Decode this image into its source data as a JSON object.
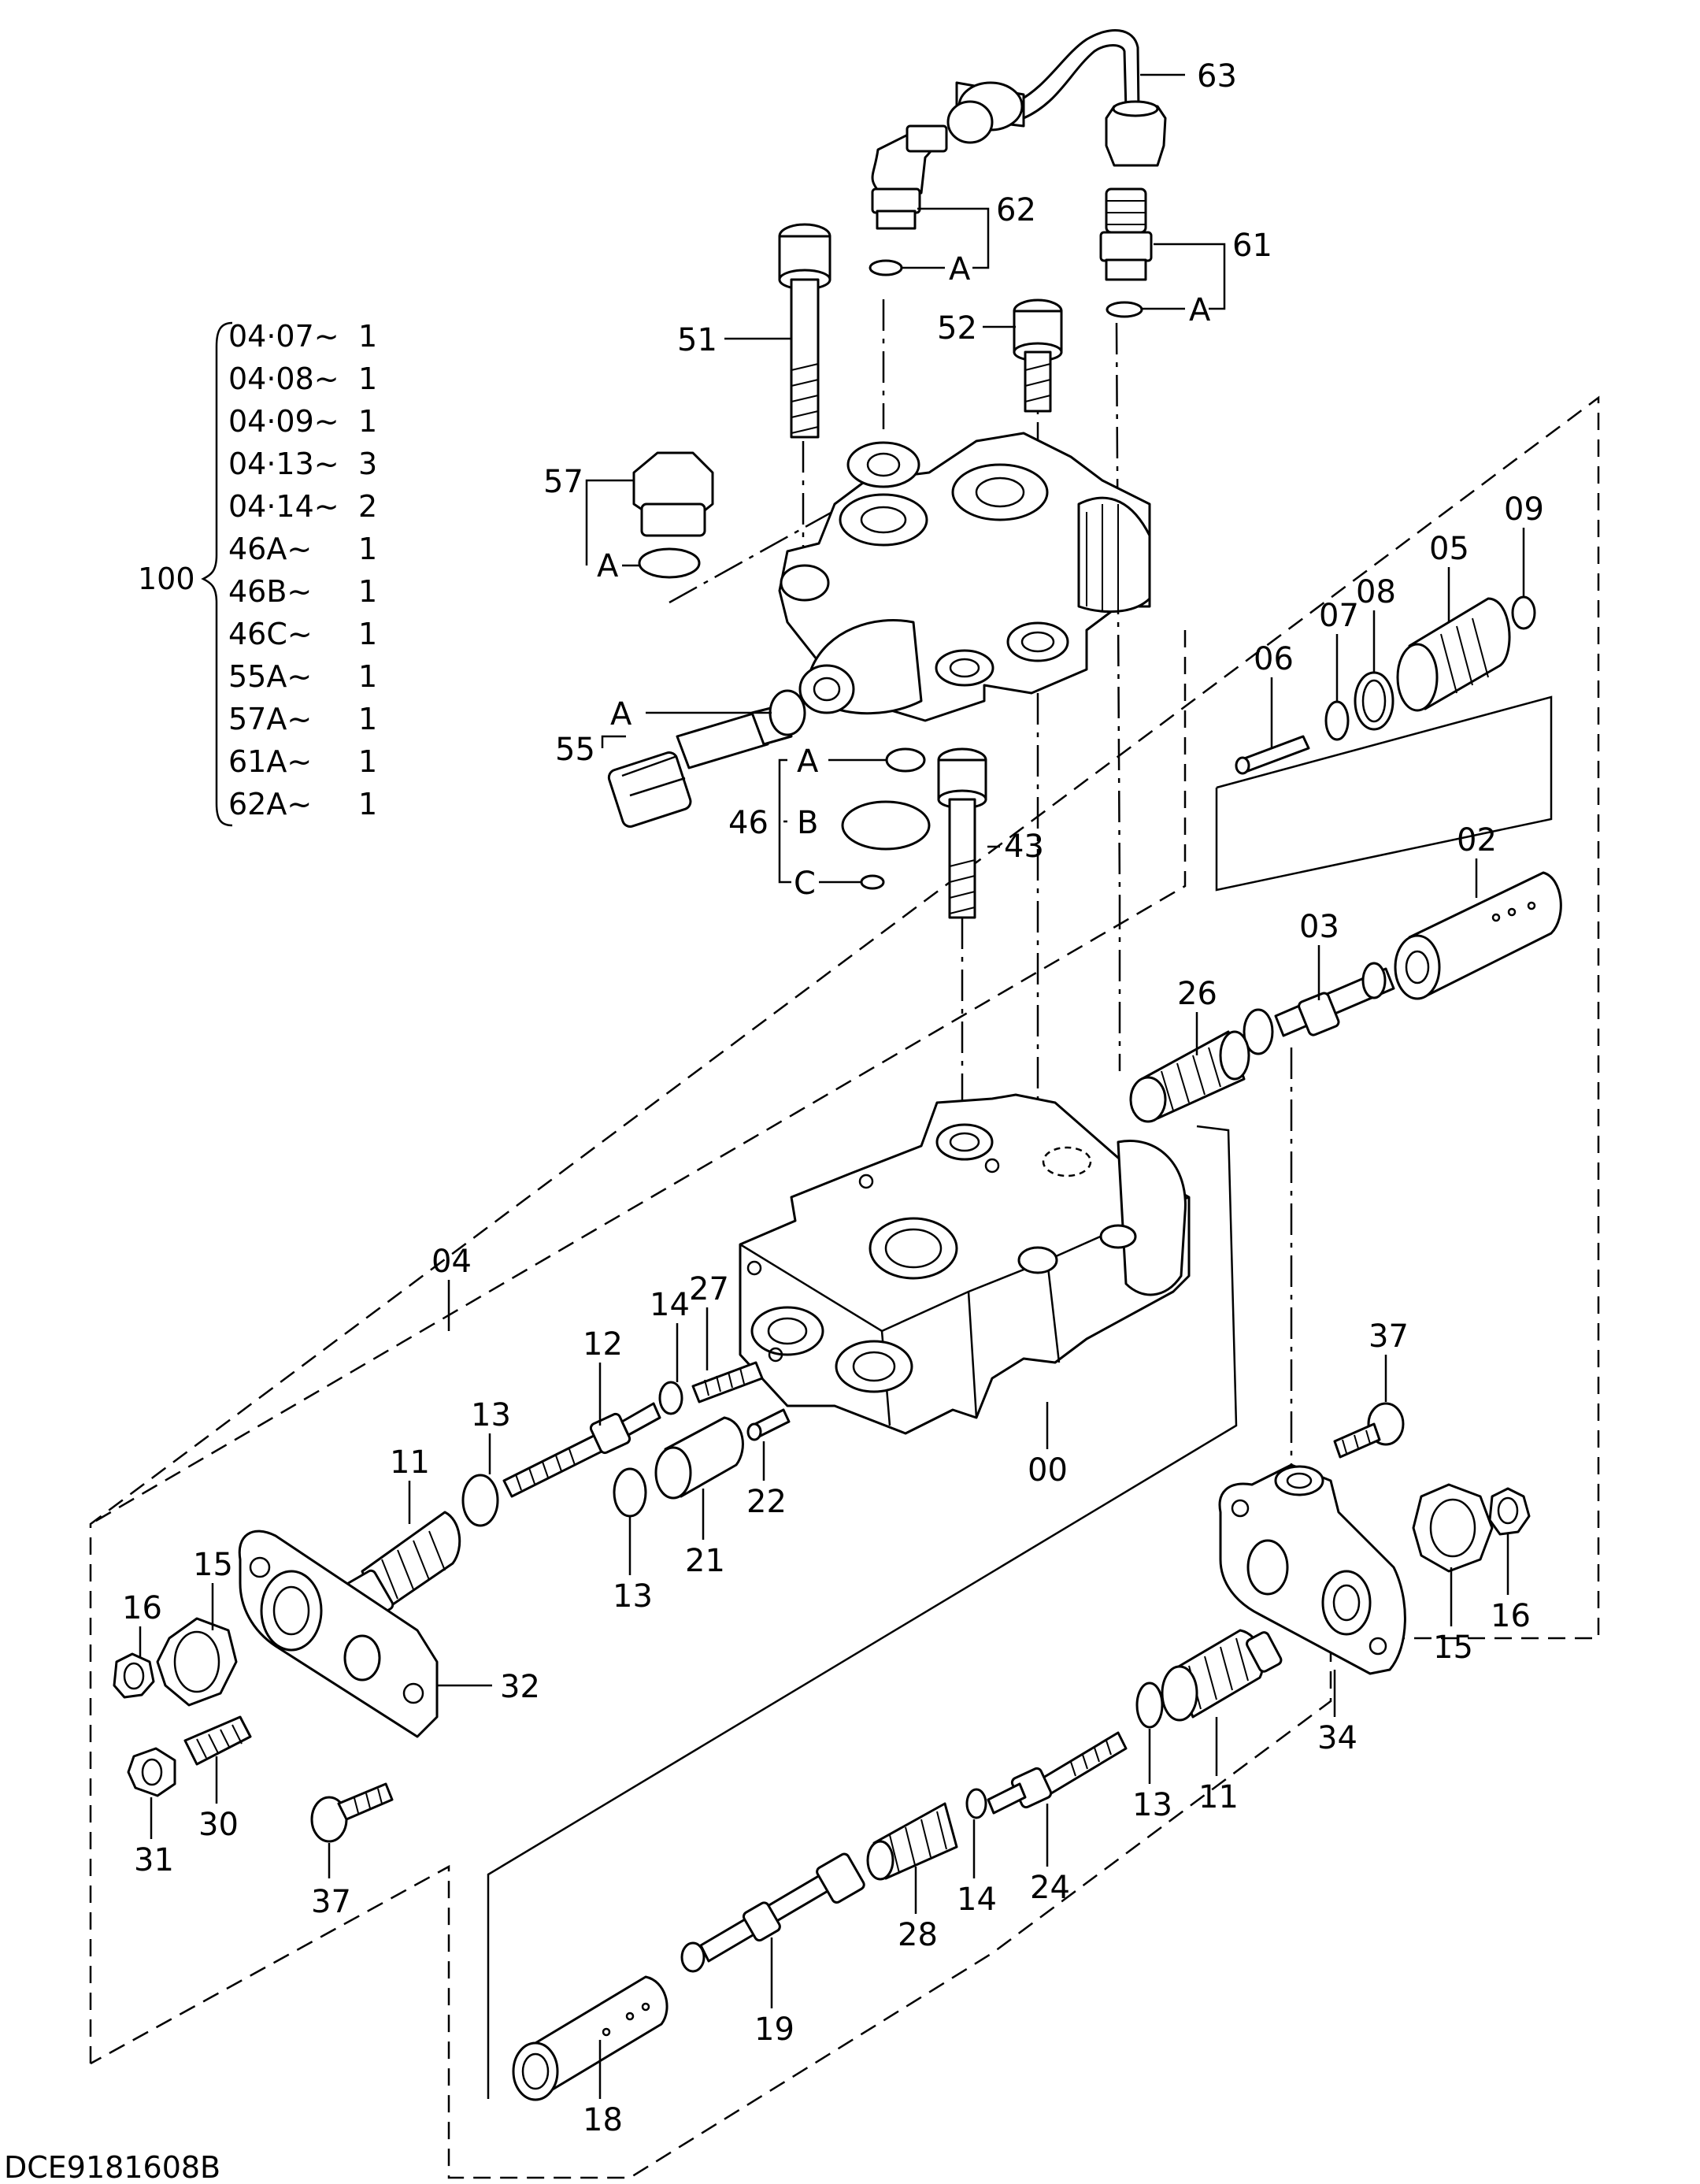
{
  "drawing_code": "DCE9181608B",
  "kit": {
    "number": "100",
    "items": [
      {
        "part": "04·07~",
        "qty": "1"
      },
      {
        "part": "04·08~",
        "qty": "1"
      },
      {
        "part": "04·09~",
        "qty": "1"
      },
      {
        "part": "04·13~",
        "qty": "3"
      },
      {
        "part": "04·14~",
        "qty": "2"
      },
      {
        "part": "46A~",
        "qty": "1"
      },
      {
        "part": "46B~",
        "qty": "1"
      },
      {
        "part": "46C~",
        "qty": "1"
      },
      {
        "part": "55A~",
        "qty": "1"
      },
      {
        "part": "57A~",
        "qty": "1"
      },
      {
        "part": "61A~",
        "qty": "1"
      },
      {
        "part": "62A~",
        "qty": "1"
      }
    ]
  },
  "labels": {
    "p63": "63",
    "p62": "62",
    "p61": "61",
    "p51": "51",
    "p52": "52",
    "p57": "57",
    "p55": "55",
    "p46": "46",
    "p43": "43",
    "a62": "A",
    "a61": "A",
    "a57": "A",
    "a55": "A",
    "a46": "A",
    "b46": "B",
    "c46": "C",
    "p09": "09",
    "p05": "05",
    "p08": "08",
    "p07": "07",
    "p06": "06",
    "p02": "02",
    "p03": "03",
    "p26": "26",
    "p04": "04",
    "p27": "27",
    "p14a": "14",
    "p12": "12",
    "p13a": "13",
    "p11a": "11",
    "p15a": "15",
    "p16a": "16",
    "p13b": "13",
    "p21": "21",
    "p22": "22",
    "p00": "00",
    "p32": "32",
    "p30": "30",
    "p31": "31",
    "p37a": "37",
    "p37b": "37",
    "p15b": "15",
    "p16b": "16",
    "p34": "34",
    "p11b": "11",
    "p13c": "13",
    "p24": "24",
    "p14b": "14",
    "p28": "28",
    "p19": "19",
    "p18": "18"
  }
}
